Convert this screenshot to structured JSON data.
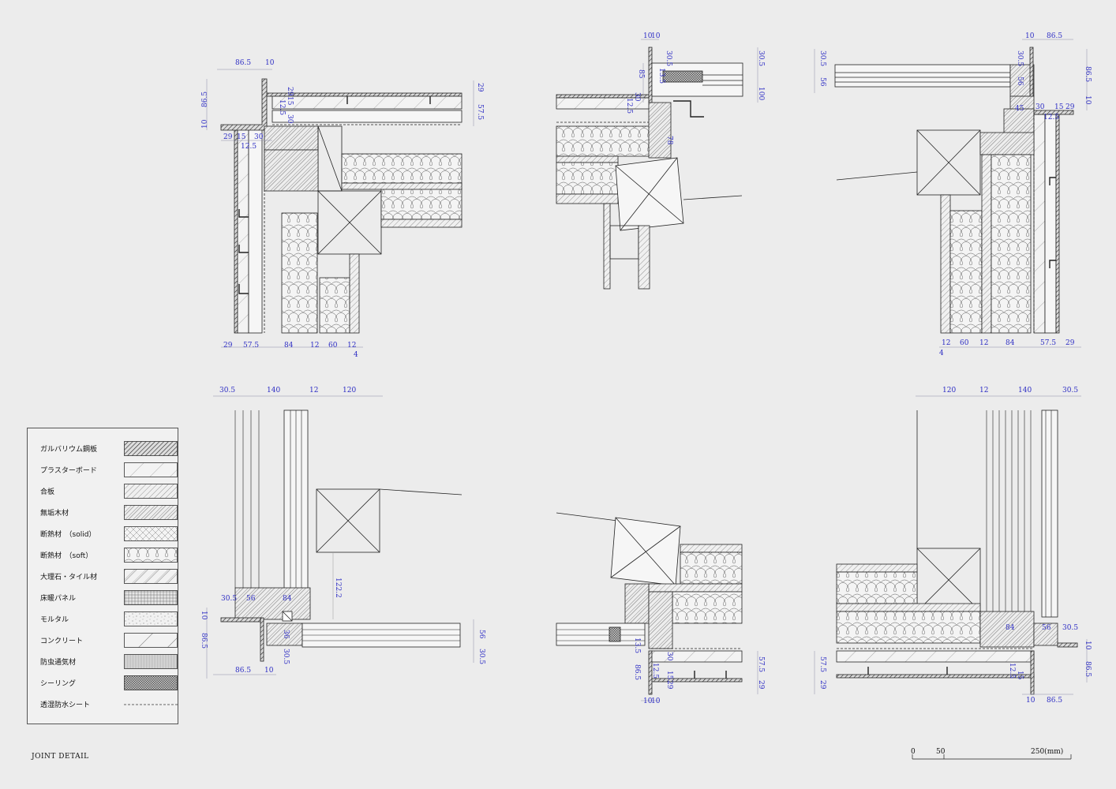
{
  "title": "JOINT DETAIL",
  "legend": {
    "items": [
      {
        "label": "ガルバリウム鋼板",
        "pattern": "galvalume"
      },
      {
        "label": "プラスターボード",
        "pattern": "plasterboard"
      },
      {
        "label": "合板",
        "pattern": "plywood"
      },
      {
        "label": "無垢木材",
        "pattern": "solid-wood"
      },
      {
        "label": "断熱材　（solid）",
        "pattern": "insul-solid"
      },
      {
        "label": "断熱材　（soft）",
        "pattern": "insul-soft"
      },
      {
        "label": "大理石・タイル材",
        "pattern": "marble-tile"
      },
      {
        "label": "床暖パネル",
        "pattern": "floor-heating"
      },
      {
        "label": "モルタル",
        "pattern": "mortar"
      },
      {
        "label": "コンクリート",
        "pattern": "concrete"
      },
      {
        "label": "防虫通気材",
        "pattern": "insect-vent"
      },
      {
        "label": "シーリング",
        "pattern": "sealing"
      },
      {
        "label": "透湿防水シート",
        "pattern": "membrane-dashed"
      }
    ]
  },
  "scale": {
    "labels": [
      "0",
      "50",
      "250(mm)"
    ]
  },
  "details": {
    "d1": {
      "top": [
        "86.5",
        "10"
      ],
      "left": [
        "86.5",
        "10"
      ],
      "row": [
        "29",
        "15",
        "30"
      ],
      "small": [
        "12.5",
        "29",
        "15",
        "12.5",
        "30"
      ],
      "right": [
        "29",
        "57.5"
      ],
      "bottom": [
        "29",
        "57.5",
        "84",
        "12",
        "60",
        "12",
        "4"
      ]
    },
    "d2": {
      "top": [
        "10",
        "10"
      ],
      "labels": [
        "30.5",
        "85",
        "13.5",
        "12.5",
        "30",
        "78",
        "30.5",
        "100"
      ]
    },
    "d3": {
      "top": [
        "10",
        "86.5"
      ],
      "left": [
        "30.5",
        "56"
      ],
      "labels": [
        "30.5",
        "56",
        "45",
        "30",
        "15",
        "29",
        "12.5"
      ],
      "right": [
        "86.5",
        "10"
      ],
      "bottom": [
        "12",
        "60",
        "12",
        "84",
        "57.5",
        "29",
        "4"
      ]
    },
    "d4": {
      "top": [
        "30.5",
        "140",
        "12",
        "120"
      ],
      "labels": [
        "30.5",
        "56",
        "84",
        "122.2",
        "36",
        "30.5"
      ],
      "left": [
        "10",
        "86.5"
      ],
      "bottom": [
        "86.5",
        "10"
      ],
      "right": [
        "56",
        "30.5"
      ]
    },
    "d5": {
      "labels": [
        "13.5",
        "86.5",
        "30",
        "12.5",
        "15",
        "29"
      ],
      "right": [
        "57.5",
        "29"
      ],
      "bottom": [
        "10",
        "10"
      ]
    },
    "d6": {
      "top": [
        "120",
        "12",
        "140",
        "30.5"
      ],
      "labels": [
        "84",
        "56",
        "30.5",
        "12.5",
        "15"
      ],
      "left": [
        "57.5",
        "29"
      ],
      "right": [
        "10",
        "86.5"
      ],
      "bottom": [
        "10",
        "86.5"
      ]
    }
  }
}
